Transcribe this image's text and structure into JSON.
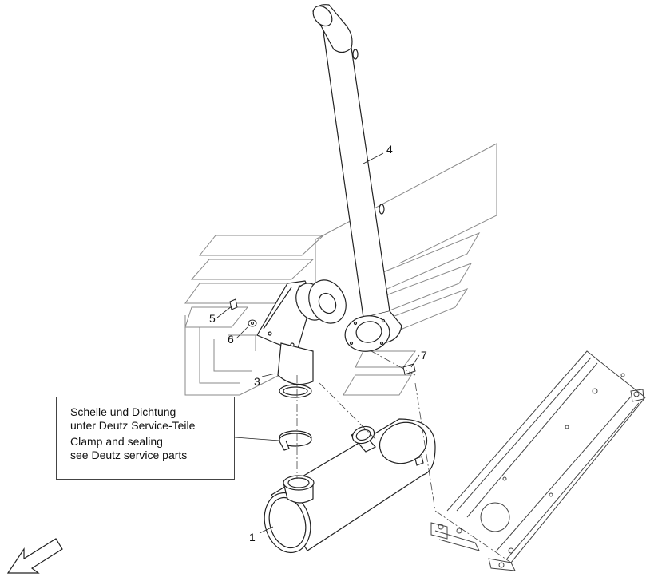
{
  "callouts": {
    "c1": "1",
    "c3": "3",
    "c4": "4",
    "c5": "5",
    "c6": "6",
    "c7": "7"
  },
  "note": {
    "de_line1": "Schelle und Dichtung",
    "de_line2": "unter Deutz Service-Teile",
    "en_line1": "Clamp and sealing",
    "en_line2": "see Deutz service parts"
  },
  "colors": {
    "line": "#222222",
    "ghost": "#888888"
  }
}
